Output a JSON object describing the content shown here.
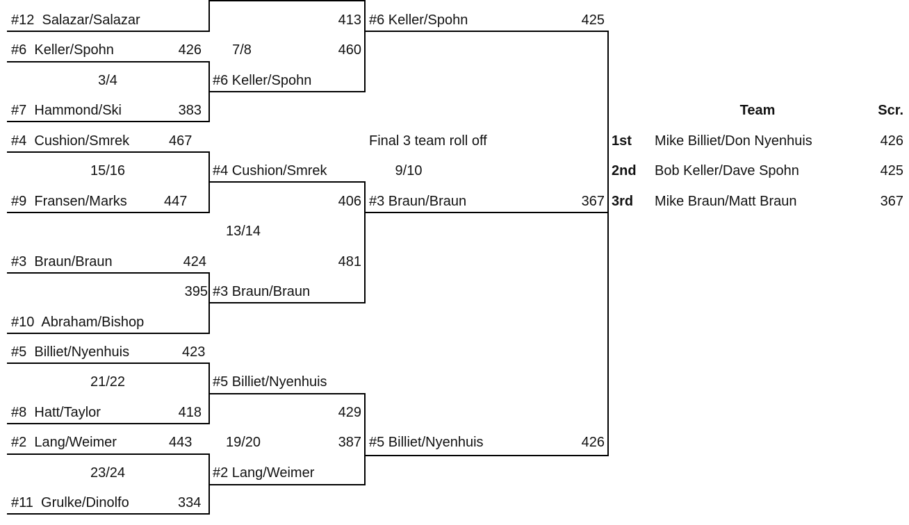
{
  "round1": {
    "m_7_8": {
      "label": "7/8",
      "top": {
        "seed": "#12",
        "team": "Salazar/Salazar",
        "score": ""
      },
      "bot": {
        "seed": "#6",
        "team": "Keller/Spohn",
        "score": "426"
      }
    },
    "m_3_4": {
      "label": "3/4",
      "top": {
        "seed": "#6",
        "team": "Keller/Spohn",
        "score": "426"
      },
      "bot": {
        "seed": "#7",
        "team": "Hammond/Ski",
        "score": "383"
      }
    },
    "m_15_16": {
      "label": "15/16",
      "top": {
        "seed": "#4",
        "team": "Cushion/Smrek",
        "score": "467"
      },
      "bot": {
        "seed": "#9",
        "team": "Fransen/Marks",
        "score": "447"
      }
    },
    "m_c": {
      "top": {
        "seed": "#3",
        "team": "Braun/Braun",
        "score": "424"
      },
      "bot": {
        "seed": "#10",
        "team": "Abraham/Bishop",
        "score": "395"
      }
    },
    "m_21_22": {
      "label": "21/22",
      "top": {
        "seed": "#5",
        "team": "Billiet/Nyenhuis",
        "score": "423"
      },
      "bot": {
        "seed": "#8",
        "team": "Hatt/Taylor",
        "score": "418"
      }
    },
    "m_23_24": {
      "label": "23/24",
      "top": {
        "seed": "#2",
        "team": "Lang/Weimer",
        "score": "443"
      },
      "bot": {
        "seed": "#11",
        "team": "Grulke/Dinolfo",
        "score": "334"
      }
    }
  },
  "round2": {
    "label_7_8": "7/8",
    "label_13_14": "13/14",
    "label_19_20": "19/20",
    "w1": {
      "team": "#6 Keller/Spohn"
    },
    "w2": {
      "team": "#4 Cushion/Smrek"
    },
    "w3": {
      "team": "#3 Braun/Braun"
    },
    "w4": {
      "team": "#5 Billiet/Nyenhuis"
    },
    "w5": {
      "team": "#2 Lang/Weimer"
    },
    "scores": {
      "s413": "413",
      "s460": "460",
      "s406": "406",
      "s481": "481",
      "s429": "429",
      "s387": "387"
    }
  },
  "round3": {
    "label_9_10": "9/10",
    "final_note": "Final 3 team roll off",
    "a": {
      "team": "#6 Keller/Spohn",
      "score": "425"
    },
    "b": {
      "team": "#3 Braun/Braun",
      "score": "367"
    },
    "c": {
      "team": "#5 Billiet/Nyenhuis",
      "score": "426"
    }
  },
  "results": {
    "col_team": "Team",
    "col_score": "Scr.",
    "rows": [
      {
        "place": "1st",
        "team": "Mike Billiet/Don Nyenhuis",
        "score": "426"
      },
      {
        "place": "2nd",
        "team": "Bob Keller/Dave Spohn",
        "score": "425"
      },
      {
        "place": "3rd",
        "team": "Mike Braun/Matt Braun",
        "score": "367"
      }
    ]
  }
}
